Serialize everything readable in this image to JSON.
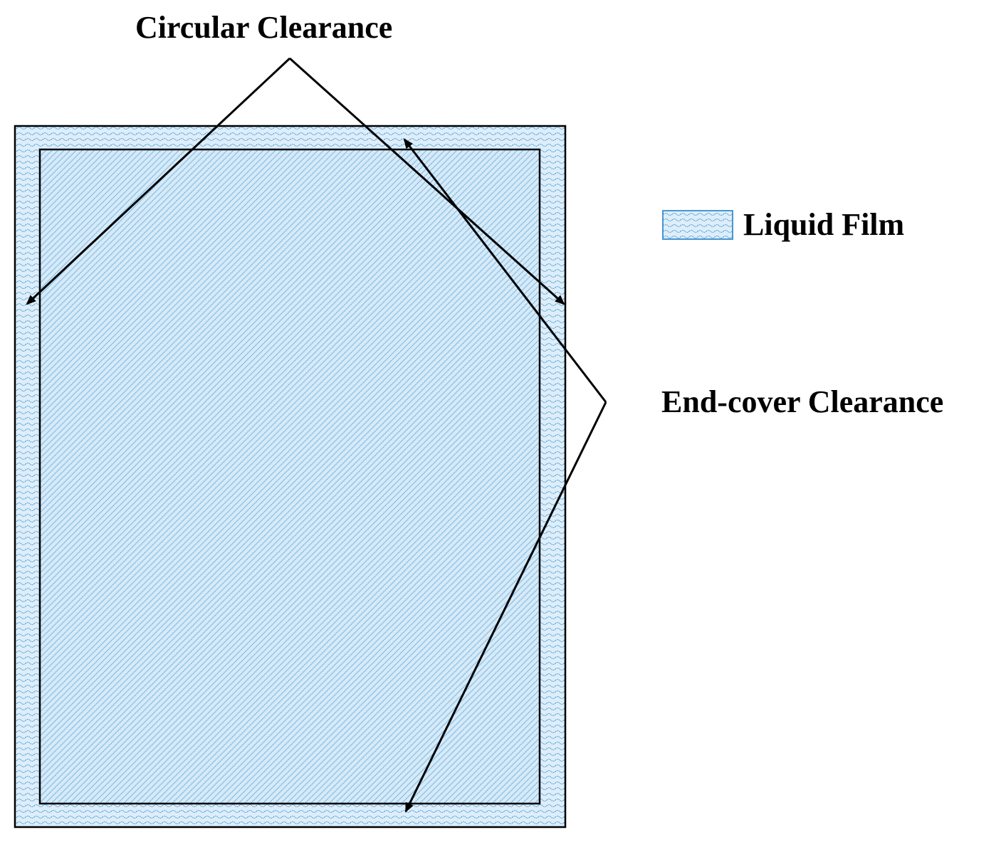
{
  "labels": {
    "circular_clearance": "Circular Clearance",
    "end_cover_clearance": "End-cover Clearance"
  },
  "legend": {
    "items": [
      {
        "label": "Liquid Film",
        "pattern": "wavy-dotted"
      }
    ]
  },
  "colors": {
    "film_fill": "#d8ecf8",
    "film_pattern": "#4a97d0",
    "outline": "#000000",
    "text": "#000000"
  }
}
